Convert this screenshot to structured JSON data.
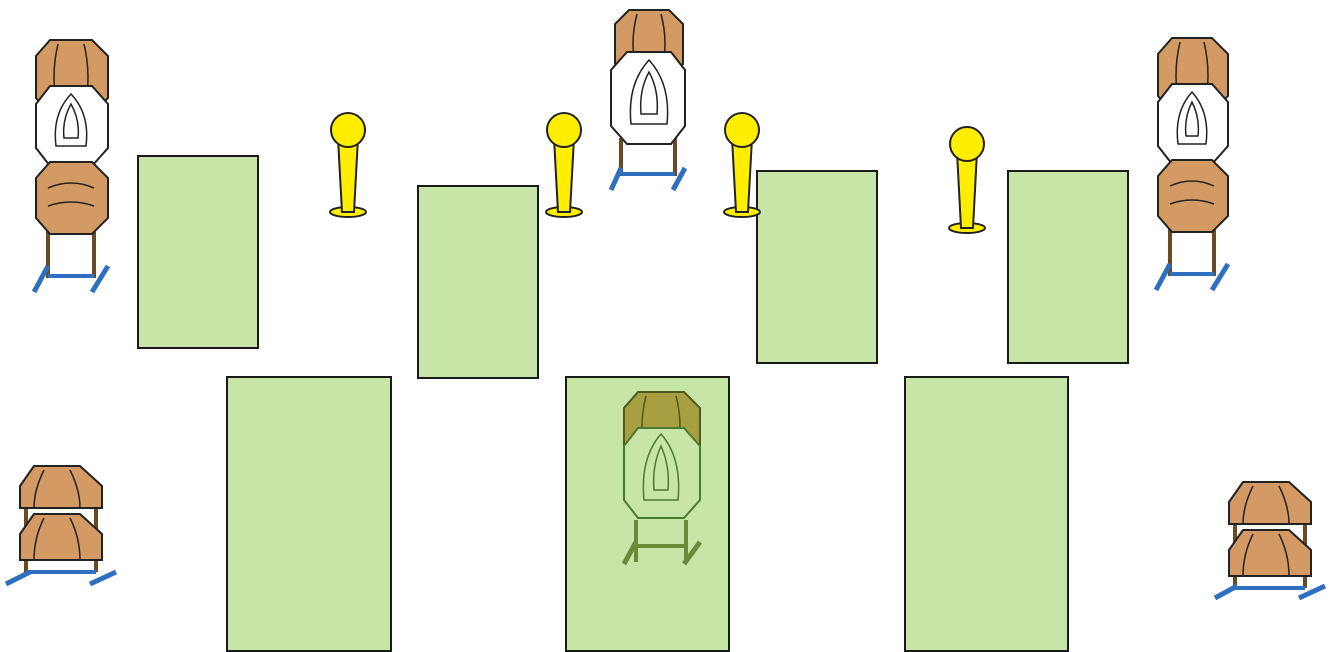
{
  "stage": {
    "title": "",
    "background": "#ffffff"
  },
  "colors": {
    "barrier_fill": "#c8e5a8",
    "barrier_stroke": "#1a1a1a",
    "target_brown": "#d39a63",
    "target_white": "#ffffff",
    "target_line": "#2a2a2a",
    "stand_wood": "#6b4a22",
    "stand_base": "#2f6fc2",
    "popper_yellow": "#ffee00",
    "popper_outline": "#222222",
    "nonthreat_overlay": "#8fbf50"
  },
  "icons": {
    "barrier": "barrier-rect",
    "paper_target": "ipsc-paper-target-icon",
    "no_shoot": "no-shoot-target-icon",
    "popper": "steel-popper-icon",
    "stand": "target-stand-icon"
  },
  "elements": {
    "barriers": [
      "barrier-1",
      "barrier-2",
      "barrier-3",
      "barrier-4",
      "barrier-5",
      "barrier-6",
      "barrier-7"
    ],
    "target_stands": [
      {
        "id": "left-tall-stand",
        "targets": [
          "brown",
          "white",
          "brown"
        ]
      },
      {
        "id": "center-tall-stand",
        "targets": [
          "brown",
          "white"
        ]
      },
      {
        "id": "right-tall-stand",
        "targets": [
          "brown",
          "white",
          "brown"
        ]
      },
      {
        "id": "left-low-stand",
        "targets": [
          "brown",
          "brown"
        ]
      },
      {
        "id": "right-low-stand",
        "targets": [
          "brown",
          "brown"
        ]
      },
      {
        "id": "center-hidden-stand",
        "targets": [
          "olive",
          "green-outline"
        ]
      }
    ],
    "poppers": [
      "popper-1",
      "popper-2",
      "popper-3",
      "popper-4"
    ]
  }
}
